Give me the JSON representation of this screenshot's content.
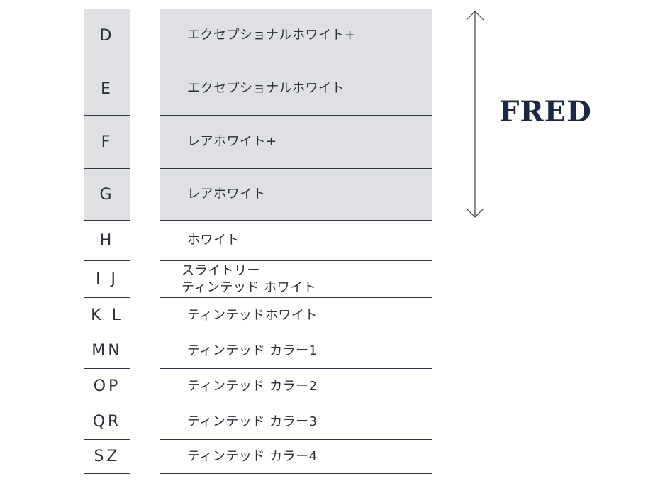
{
  "grades": [
    {
      "code": "D",
      "description": "エクセプショナルホワイト+",
      "highlight": true
    },
    {
      "code": "E",
      "description": "エクセプショナルホワイト",
      "highlight": true
    },
    {
      "code": "F",
      "description": "レアホワイト+",
      "highlight": true
    },
    {
      "code": "G",
      "description": "レアホワイト",
      "highlight": true
    },
    {
      "code": "H",
      "description": "ホワイト",
      "highlight": false
    },
    {
      "code": "I J",
      "description": "スライトリー\nティンテッド ホワイト",
      "highlight": false
    },
    {
      "code": "K L",
      "description": "ティンテッドホワイト",
      "highlight": false
    },
    {
      "code": "MN",
      "description": "ティンテッド カラー1",
      "highlight": false
    },
    {
      "code": "OP",
      "description": "ティンテッド カラー2",
      "highlight": false
    },
    {
      "code": "QR",
      "description": "ティンテッド カラー3",
      "highlight": false
    },
    {
      "code": "SZ",
      "description": "ティンテッド カラー4",
      "highlight": false
    }
  ],
  "brand": {
    "logo_text": "FRED",
    "logo_color": "#1c2742"
  },
  "colors": {
    "highlight_fill": "#dfe0e4",
    "border": "#2f3542",
    "arrow": "#3a4150"
  },
  "icons": {
    "range_arrow": "double-headed-vertical-arrow"
  }
}
